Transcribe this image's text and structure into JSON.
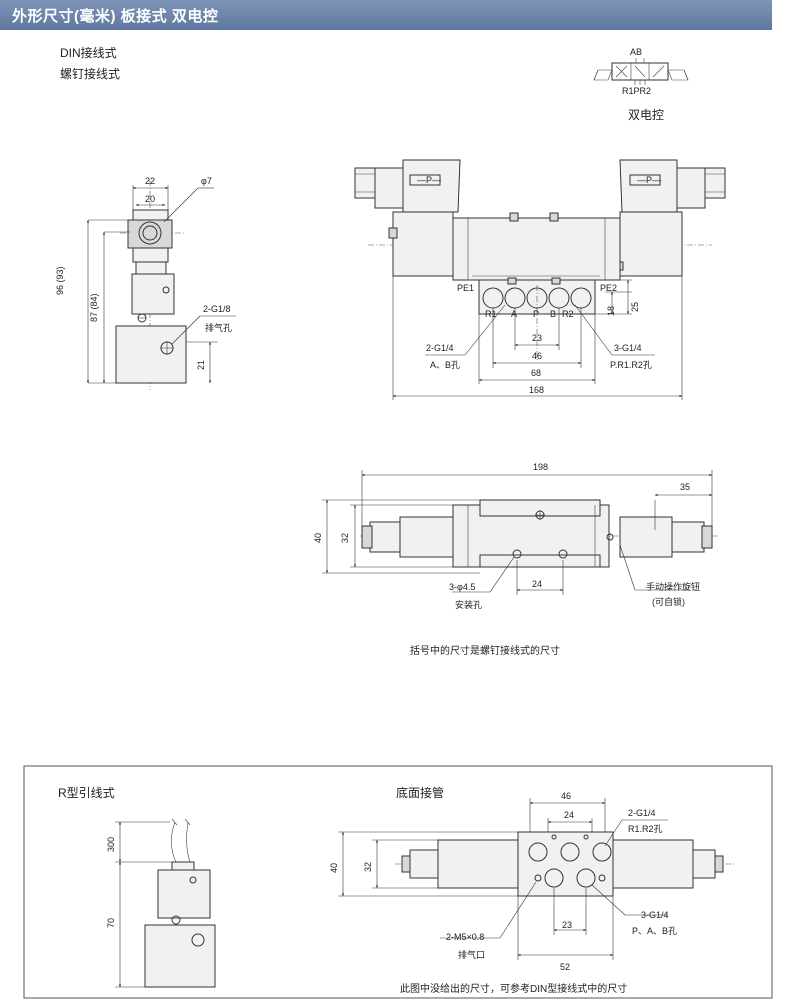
{
  "header": {
    "title": "外形尺寸(毫米)  板接式 双电控"
  },
  "top": {
    "type_labels": [
      "DIN接线式",
      "螺钉接线式"
    ],
    "symbol": {
      "top": "AB",
      "bottom": "R1PR2",
      "caption": "双电控"
    },
    "side_view": {
      "dims": [
        "22",
        "20",
        "φ7",
        "96 (93)",
        "87 (84)",
        "2-G1/8",
        "排气孔",
        "21"
      ]
    },
    "front_view": {
      "port_labels": [
        "PE1",
        "PE2",
        "R1",
        "A",
        "P",
        "B",
        "R2"
      ],
      "dims": [
        "18",
        "25",
        "23",
        "46",
        "68",
        "168"
      ],
      "callouts": [
        {
          "spec": "2-G1/4",
          "desc": "A、B孔"
        },
        {
          "spec": "3-G1/4",
          "desc": "P.R1.R2孔"
        }
      ]
    },
    "plan_view": {
      "dims": [
        "198",
        "35",
        "40",
        "32",
        "24"
      ],
      "callouts": [
        {
          "spec": "3-φ4.5",
          "desc": "安装孔"
        },
        {
          "spec": "手动操作旋钮",
          "desc": "(可自锁)"
        }
      ]
    },
    "note": "括号中的尺寸是螺钉接线式的尺寸"
  },
  "bottom": {
    "left_title": "R型引线式",
    "left_dims": [
      "300",
      "70"
    ],
    "right_title": "底面接管",
    "right_dims": [
      "46",
      "24",
      "40",
      "32",
      "23",
      "52"
    ],
    "callouts": [
      {
        "spec": "2-G1/4",
        "desc": "R1.R2孔"
      },
      {
        "spec": "3-G1/4",
        "desc": "P、A、B孔"
      },
      {
        "spec": "2-M5×0.8",
        "desc": "排气口"
      }
    ],
    "note": "此图中没给出的尺寸，可参考DIN型接线式中的尺寸"
  }
}
